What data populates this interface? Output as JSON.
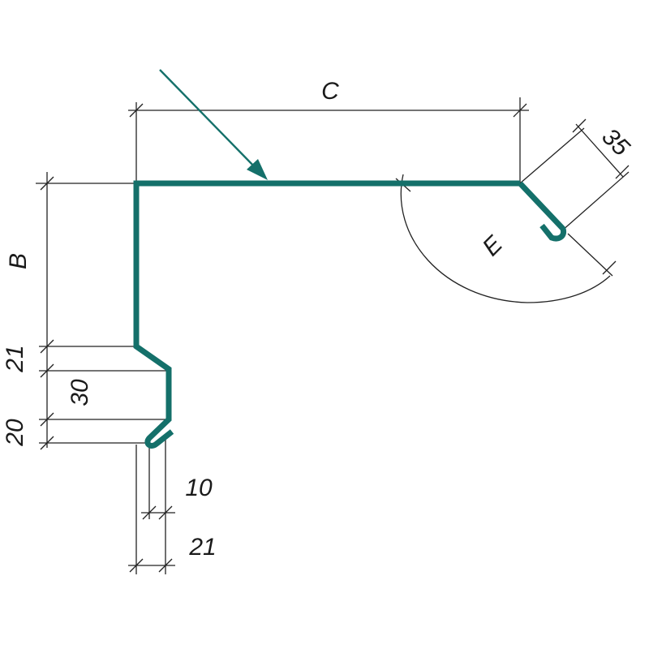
{
  "diagram": {
    "colors": {
      "profile": "#14706a",
      "dimension": "#222222",
      "background": "#ffffff"
    },
    "labels": {
      "C": "C",
      "B": "B",
      "E": "E",
      "d35": "35",
      "d21_vertical": "21",
      "d30": "30",
      "d20": "20",
      "d10": "10",
      "d21_horizontal": "21"
    }
  }
}
